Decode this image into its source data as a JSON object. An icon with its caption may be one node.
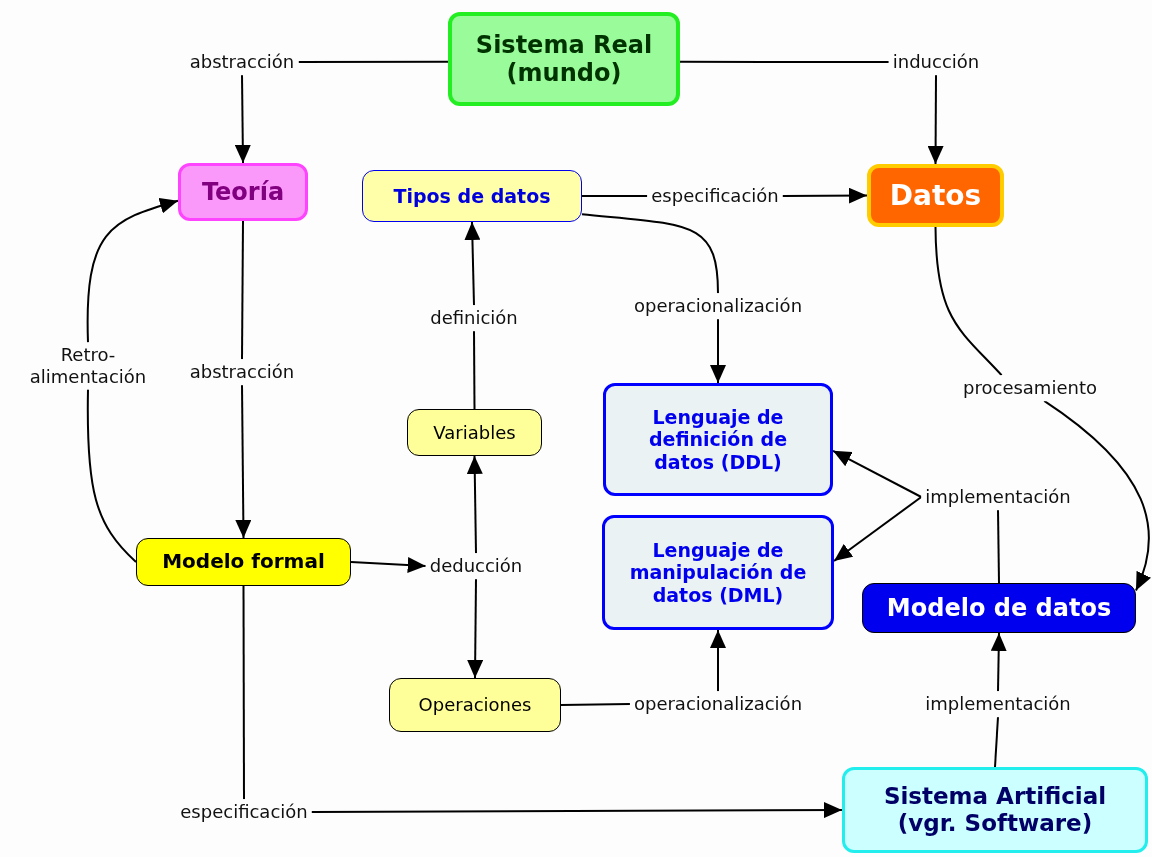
{
  "diagram": {
    "nodes": [
      {
        "text": [
          "Sistema Real (mundo)"
        ]
      },
      {
        "text": [
          "abstracción"
        ]
      },
      {
        "text": [
          "inducción"
        ]
      },
      {
        "text": [
          "Teoría"
        ]
      },
      {
        "text": [
          "Tipos de datos"
        ]
      },
      {
        "text": [
          "especificación"
        ]
      },
      {
        "text": [
          "Datos"
        ]
      },
      {
        "text": [
          "definición"
        ]
      },
      {
        "text": [
          "operacionalización"
        ]
      },
      {
        "text": [
          "Retro- alimentación"
        ]
      },
      {
        "text": [
          "abstracción"
        ]
      },
      {
        "text": [
          "procesamiento"
        ]
      },
      {
        "text": [
          "Variables"
        ]
      },
      {
        "text": [
          "Lenguaje de definición de datos (DDL)"
        ]
      },
      {
        "text": [
          "implementación"
        ]
      },
      {
        "text": [
          "Lenguaje de manipulación de datos (DML)"
        ]
      },
      {
        "text": [
          "Modelo formal"
        ]
      },
      {
        "text": [
          "deducción"
        ]
      },
      {
        "text": [
          "Modelo de datos"
        ]
      },
      {
        "text": [
          "Operaciones"
        ]
      },
      {
        "text": [
          "operacionalización"
        ]
      },
      {
        "text": [
          "implementación"
        ]
      },
      {
        "text": [
          "especificación"
        ]
      },
      {
        "text": [
          "Sistema Artificial (vgr. Software)"
        ]
      }
    ],
    "edges": [
      {
        "from": 0,
        "to": 1,
        "arrow": "none"
      },
      {
        "from": 1,
        "to": 3,
        "arrow": "to"
      },
      {
        "from": 0,
        "to": 2,
        "arrow": "none"
      },
      {
        "from": 2,
        "to": 6,
        "arrow": "to"
      },
      {
        "from": 4,
        "to": 5,
        "arrow": "none"
      },
      {
        "from": 5,
        "to": 6,
        "arrow": "to"
      },
      {
        "from": 4,
        "to": 8,
        "arrow": "none"
      },
      {
        "from": 8,
        "to": 13,
        "arrow": "to"
      },
      {
        "from": 6,
        "to": 11,
        "arrow": "none"
      },
      {
        "from": 11,
        "to": 18,
        "arrow": "to"
      },
      {
        "from": 3,
        "to": 10,
        "arrow": "none"
      },
      {
        "from": 10,
        "to": 16,
        "arrow": "to"
      },
      {
        "from": 16,
        "to": 9,
        "arrow": "none"
      },
      {
        "from": 9,
        "to": 3,
        "arrow": "to"
      },
      {
        "from": 12,
        "to": 7,
        "arrow": "none"
      },
      {
        "from": 7,
        "to": 4,
        "arrow": "to"
      },
      {
        "from": 16,
        "to": 17,
        "arrow": "to"
      },
      {
        "from": 17,
        "to": 12,
        "arrow": "to"
      },
      {
        "from": 17,
        "to": 19,
        "arrow": "to"
      },
      {
        "from": 19,
        "to": 20,
        "arrow": "none"
      },
      {
        "from": 20,
        "to": 15,
        "arrow": "to"
      },
      {
        "from": 18,
        "to": 14,
        "arrow": "none"
      },
      {
        "from": 14,
        "to": 13,
        "arrow": "to"
      },
      {
        "from": 14,
        "to": 15,
        "arrow": "to"
      },
      {
        "from": 23,
        "to": 21,
        "arrow": "none"
      },
      {
        "from": 21,
        "to": 18,
        "arrow": "to"
      },
      {
        "from": 16,
        "to": 22,
        "arrow": "none"
      },
      {
        "from": 22,
        "to": 23,
        "arrow": "to"
      }
    ]
  }
}
